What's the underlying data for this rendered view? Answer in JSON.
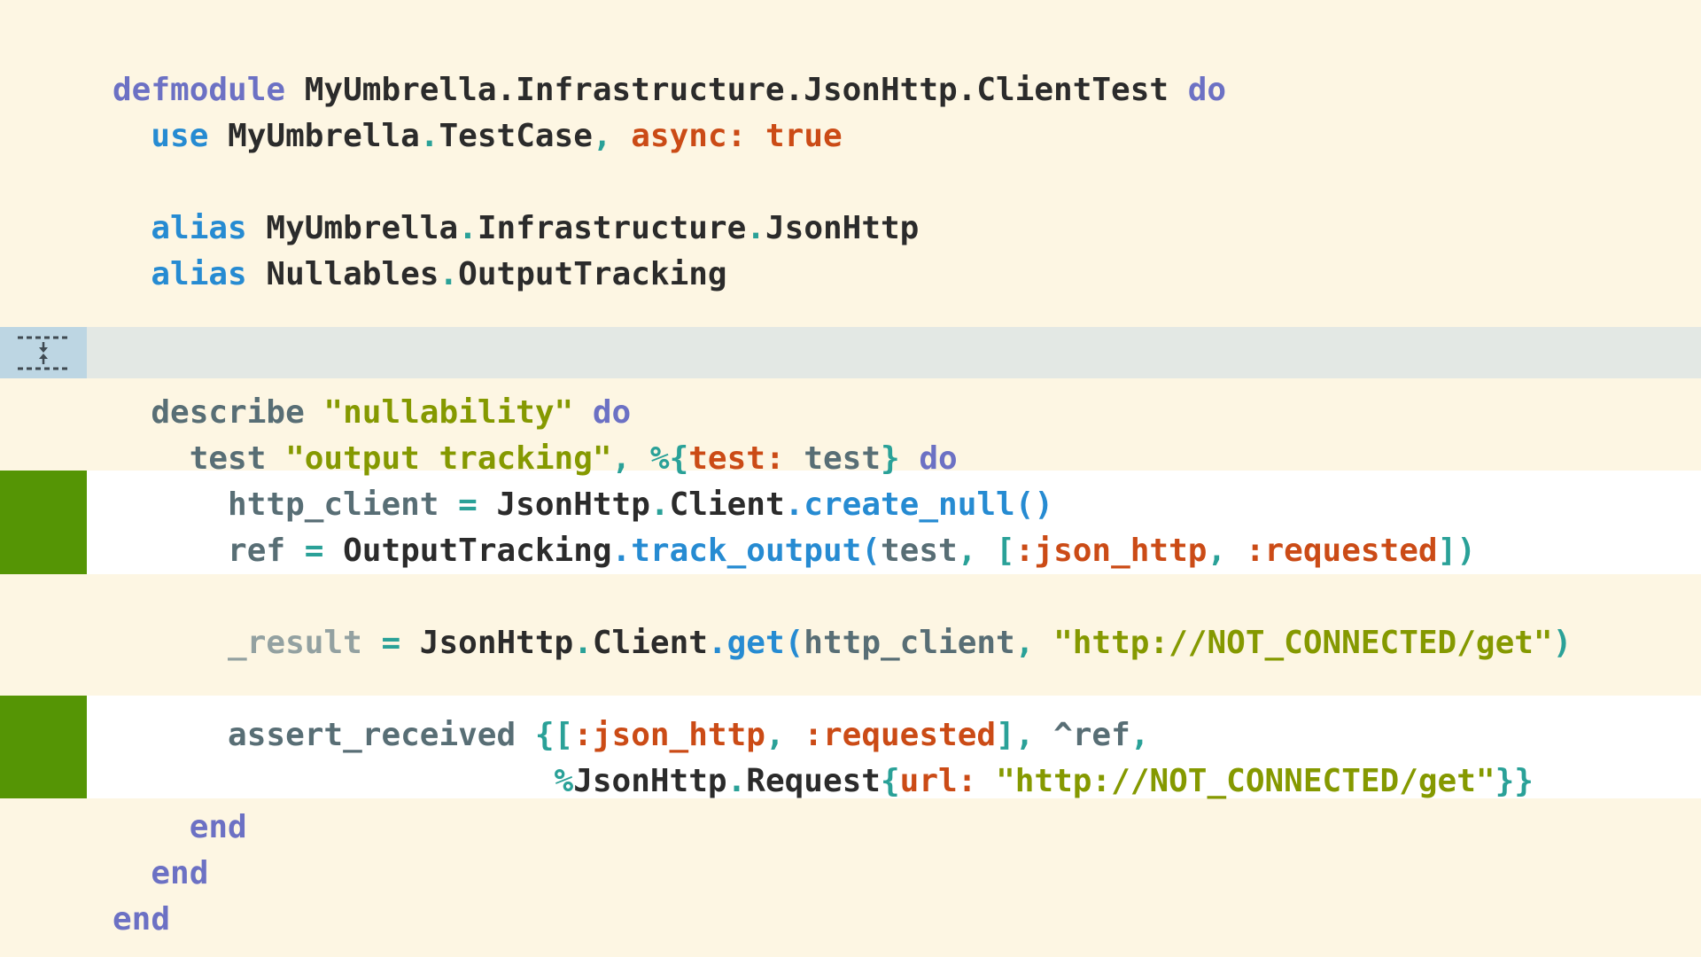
{
  "editor": {
    "colors": {
      "background": "#fdf6e3",
      "highlight_line": "#ffffff",
      "gutter_marker": "#559505",
      "fold_band": "#e3e8e4",
      "fold_handle": "#bdd6e3",
      "keyword": "#6c71c4",
      "builtin": "#268bd2",
      "atom": "#cb4b16",
      "punctuation": "#2aa198",
      "identifier": "#586e75",
      "string": "#859900"
    },
    "fold_icon": "fold-expand-icon",
    "lines": {
      "l1": {
        "t0": "defmodule",
        "t1": " MyUmbrella.Infrastructure.JsonHttp.ClientTest ",
        "t2": "do"
      },
      "l2": {
        "t0": "  ",
        "t1": "use",
        "t2": " MyUmbrella",
        "t3": ".",
        "t4": "TestCase",
        "t5": ", ",
        "t6": "async:",
        "t7": " true"
      },
      "l3": {
        "t0": "  ",
        "t1": "alias",
        "t2": " MyUmbrella",
        "t3": ".",
        "t4": "Infrastructure",
        "t5": ".",
        "t6": "JsonHttp"
      },
      "l4": {
        "t0": "  ",
        "t1": "alias",
        "t2": " Nullables",
        "t3": ".",
        "t4": "OutputTracking"
      },
      "l5": {
        "t0": "  ",
        "t1": "describe",
        "t2": " \"nullability\"",
        "t3": " do"
      },
      "l6": {
        "t0": "    ",
        "t1": "test",
        "t2": " \"output tracking\"",
        "t3": ", %{",
        "t4": "test:",
        "t5": " test",
        "t6": "}",
        "t7": " do"
      },
      "l7": {
        "t0": "      ",
        "t1": "http_client",
        "t2": " = ",
        "t3": "JsonHttp",
        "t4": ".",
        "t5": "Client",
        "t6": ".create_null()"
      },
      "l8": {
        "t0": "      ",
        "t1": "ref",
        "t2": " = ",
        "t3": "OutputTracking",
        "t4": ".track_output(",
        "t5": "test",
        "t6": ", [",
        "t7": ":json_http",
        "t8": ", ",
        "t9": ":requested",
        "t10": "])"
      },
      "l9": {
        "t0": "      ",
        "t1": "_result",
        "t2": " = ",
        "t3": "JsonHttp",
        "t4": ".",
        "t5": "Client",
        "t6": ".get(",
        "t7": "http_client",
        "t8": ", ",
        "t9": "\"http://NOT_CONNECTED/get\"",
        "t10": ")"
      },
      "l10": {
        "t0": "      ",
        "t1": "assert_received",
        "t2": " {[",
        "t3": ":json_http",
        "t4": ", ",
        "t5": ":requested",
        "t6": "], ",
        "t7": "^ref",
        "t8": ","
      },
      "l11": {
        "t0": "                       ",
        "t1": "%",
        "t2": "JsonHttp",
        "t3": ".",
        "t4": "Request",
        "t5": "{",
        "t6": "url:",
        "t7": " ",
        "t8": "\"http://NOT_CONNECTED/get\"",
        "t9": "}}"
      },
      "l12": {
        "t0": "    ",
        "t1": "end"
      },
      "l13": {
        "t0": "  ",
        "t1": "end"
      },
      "l14": {
        "t0": "end"
      }
    }
  }
}
